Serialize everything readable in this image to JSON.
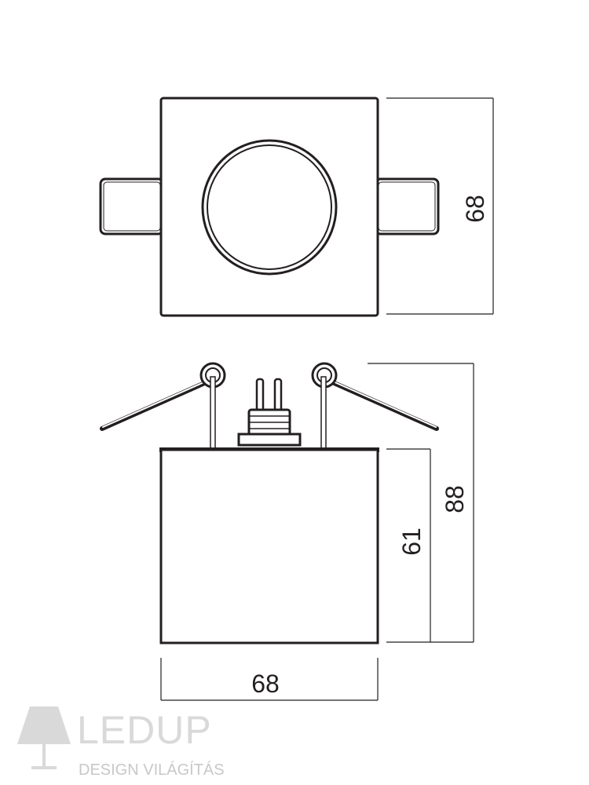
{
  "dimensions": {
    "top_view_height": "68",
    "side_view_total_height": "88",
    "side_view_body_height": "61",
    "side_view_width": "68"
  },
  "logo": {
    "name": "LEDUP",
    "tagline": "DESIGN VILÁGÍTÁS",
    "icon": "lamp-icon"
  },
  "colors": {
    "line": "#231f20",
    "logo": "#d9d9d9"
  }
}
